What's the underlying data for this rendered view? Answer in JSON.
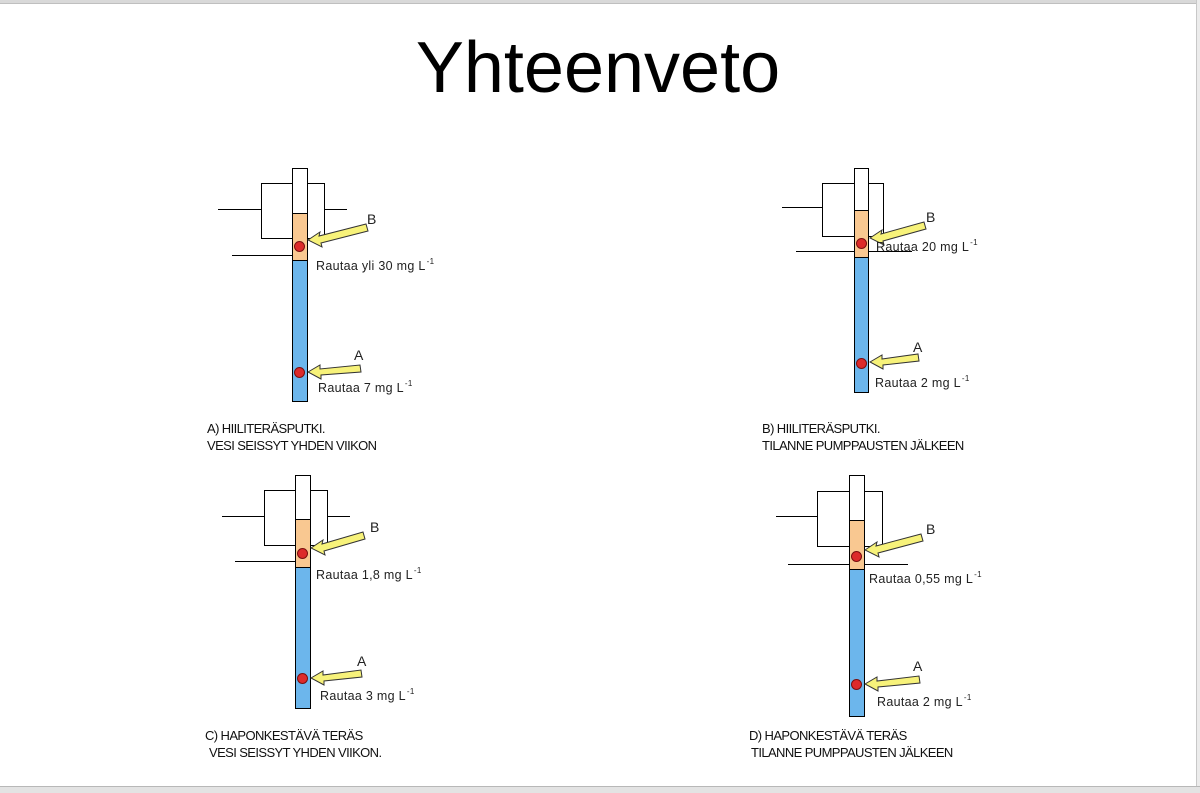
{
  "title": "Yhteenveto",
  "colors": {
    "water": "#6cb6ec",
    "sediment": "#f9c891",
    "sample_point": "#dd2a2a",
    "arrow_fill": "#f7f27a"
  },
  "panels": [
    {
      "id": "a",
      "label_b": "B",
      "label_a": "A",
      "reading_b": {
        "prefix": "Rautaa yli 30 mg L",
        "exponent": "-1"
      },
      "reading_a": {
        "prefix": "Rautaa 7 mg L",
        "exponent": "-1"
      },
      "caption_line1": "A) HIILITERÄSPUTKI.",
      "caption_line2": "VESI SEISSYT YHDEN VIIKON"
    },
    {
      "id": "b",
      "label_b": "B",
      "label_a": "A",
      "reading_b": {
        "prefix": "Rautaa 20 mg L",
        "exponent": "-1"
      },
      "reading_a": {
        "prefix": "Rautaa 2 mg L",
        "exponent": "-1"
      },
      "caption_line1": "B) HIILITERÄSPUTKI.",
      "caption_line2": "TILANNE PUMPPAUSTEN JÄLKEEN"
    },
    {
      "id": "c",
      "label_b": "B",
      "label_a": "A",
      "reading_b": {
        "prefix": "Rautaa 1,8 mg L",
        "exponent": "-1"
      },
      "reading_a": {
        "prefix": "Rautaa 3 mg L",
        "exponent": "-1"
      },
      "caption_line1": "C) HAPONKESTÄVÄ TERÄS",
      "caption_line2": "VESI SEISSYT YHDEN VIIKON."
    },
    {
      "id": "d",
      "label_b": "B",
      "label_a": "A",
      "reading_b": {
        "prefix": "Rautaa 0,55 mg L",
        "exponent": "-1"
      },
      "reading_a": {
        "prefix": "Rautaa 2 mg L",
        "exponent": "-1"
      },
      "caption_line1": "D) HAPONKESTÄVÄ TERÄS",
      "caption_line2": "TILANNE PUMPPAUSTEN JÄLKEEN"
    }
  ]
}
